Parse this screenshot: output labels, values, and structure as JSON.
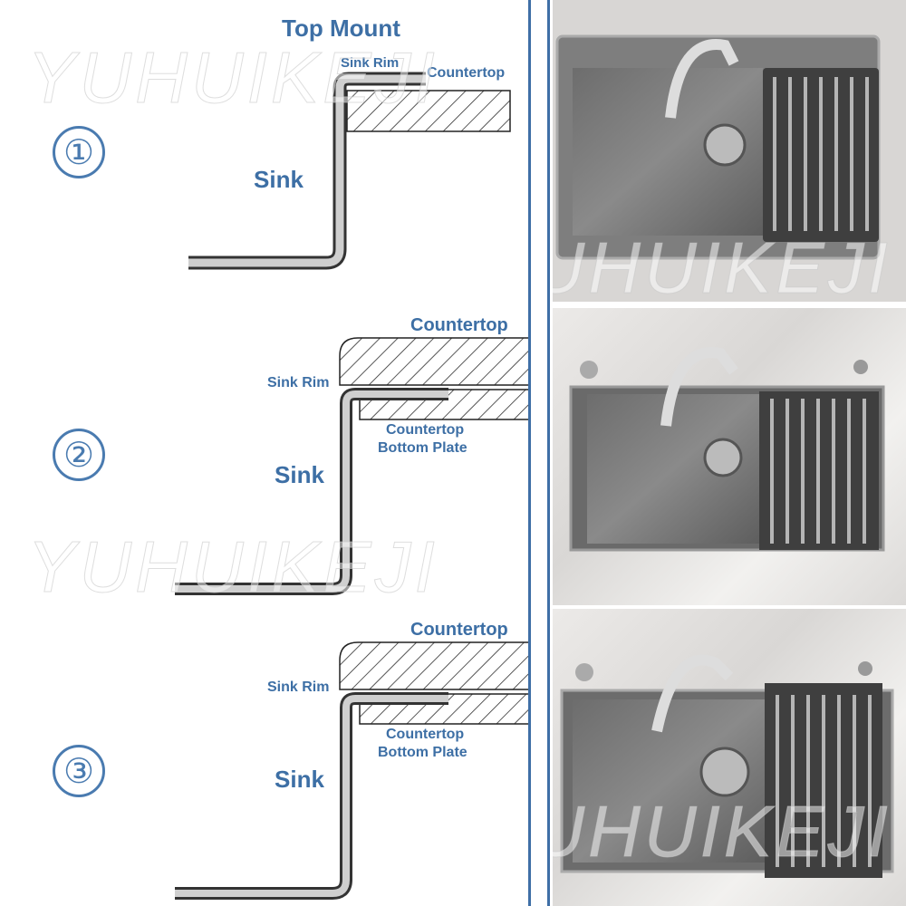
{
  "title": "Top Mount",
  "watermark": "YUHUIKEJI",
  "panels": [
    {
      "number": "①",
      "sink_rim": "Sink Rim",
      "countertop": "Countertop",
      "sink": "Sink"
    },
    {
      "number": "②",
      "sink_rim": "Sink Rim",
      "countertop": "Countertop",
      "bottom_plate_line1": "Countertop",
      "bottom_plate_line2": "Bottom Plate",
      "sink": "Sink"
    },
    {
      "number": "③",
      "sink_rim": "Sink Rim",
      "countertop": "Countertop",
      "bottom_plate_line1": "Countertop",
      "bottom_plate_line2": "Bottom Plate",
      "sink": "Sink"
    }
  ],
  "colors": {
    "label": "#3d6fa5",
    "divider": "#3f6fa6"
  }
}
